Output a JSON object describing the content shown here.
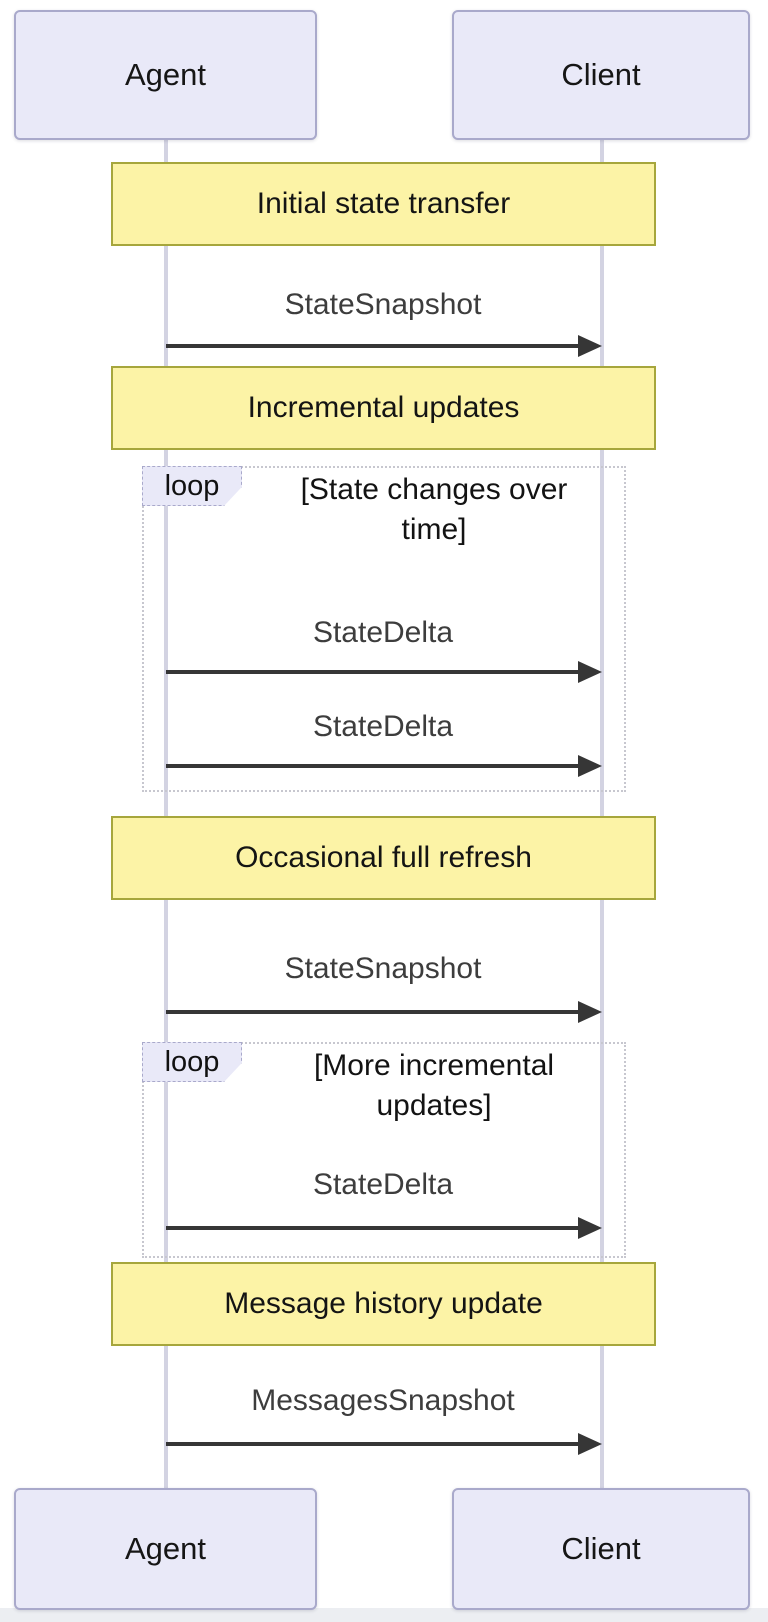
{
  "diagram": {
    "type": "sequence",
    "actors": [
      {
        "label": "Agent"
      },
      {
        "label": "Client"
      }
    ],
    "notes": [
      {
        "text": "Initial state transfer"
      },
      {
        "text": "Incremental updates"
      },
      {
        "text": "Occasional full refresh"
      },
      {
        "text": "Message history update"
      }
    ],
    "messages": [
      {
        "from": "Agent",
        "to": "Client",
        "label": "StateSnapshot"
      },
      {
        "from": "Agent",
        "to": "Client",
        "label": "StateDelta"
      },
      {
        "from": "Agent",
        "to": "Client",
        "label": "StateDelta"
      },
      {
        "from": "Agent",
        "to": "Client",
        "label": "StateSnapshot"
      },
      {
        "from": "Agent",
        "to": "Client",
        "label": "StateDelta"
      },
      {
        "from": "Agent",
        "to": "Client",
        "label": "MessagesSnapshot"
      }
    ],
    "loops": [
      {
        "label": "loop",
        "condition": "[State changes over time]"
      },
      {
        "label": "loop",
        "condition": "[More incremental updates]"
      }
    ],
    "colors": {
      "actor_fill": "#e9e9f8",
      "actor_border": "#a9a9cb",
      "note_fill": "#fcf3a6",
      "note_border": "#a6a63c",
      "loop_border": "#c7c7cf",
      "lifeline": "#d3d3e2",
      "arrow": "#363636",
      "page_strip": "#eceef2"
    }
  }
}
